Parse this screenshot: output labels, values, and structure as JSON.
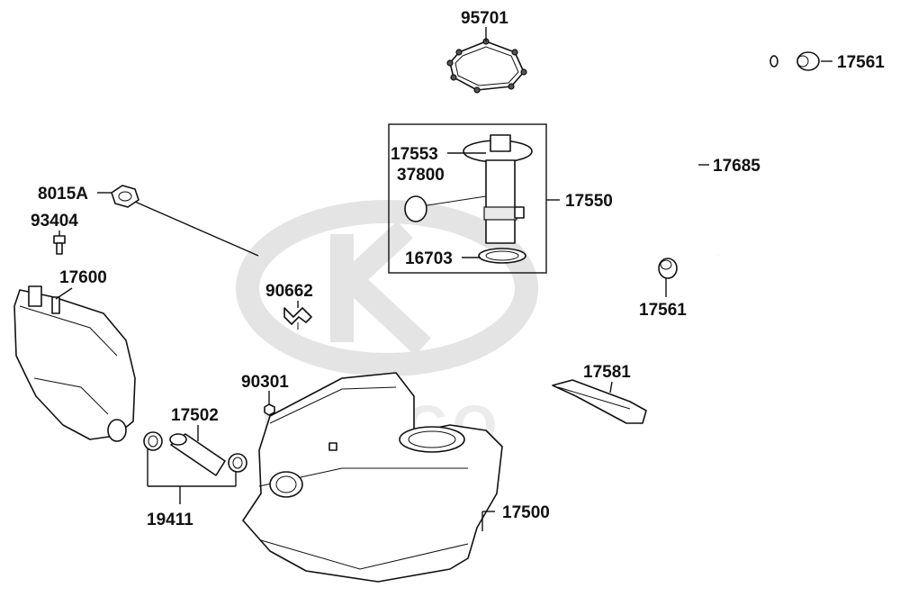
{
  "watermark": {
    "brand": "KYMCO"
  },
  "parts": [
    {
      "key": "p95701",
      "number": "95701"
    },
    {
      "key": "p17561_top",
      "number": "17561"
    },
    {
      "key": "p17553",
      "number": "17553"
    },
    {
      "key": "p37800",
      "number": "37800"
    },
    {
      "key": "p17550",
      "number": "17550"
    },
    {
      "key": "p16703",
      "number": "16703"
    },
    {
      "key": "p17685",
      "number": "17685"
    },
    {
      "key": "p8015A",
      "number": "8015A"
    },
    {
      "key": "p93404",
      "number": "93404"
    },
    {
      "key": "p17600",
      "number": "17600"
    },
    {
      "key": "p90662",
      "number": "90662"
    },
    {
      "key": "p17561_bottom",
      "number": "17561"
    },
    {
      "key": "p17581",
      "number": "17581"
    },
    {
      "key": "p90301",
      "number": "90301"
    },
    {
      "key": "p17502",
      "number": "17502"
    },
    {
      "key": "p19411",
      "number": "19411"
    },
    {
      "key": "p17500",
      "number": "17500"
    }
  ]
}
